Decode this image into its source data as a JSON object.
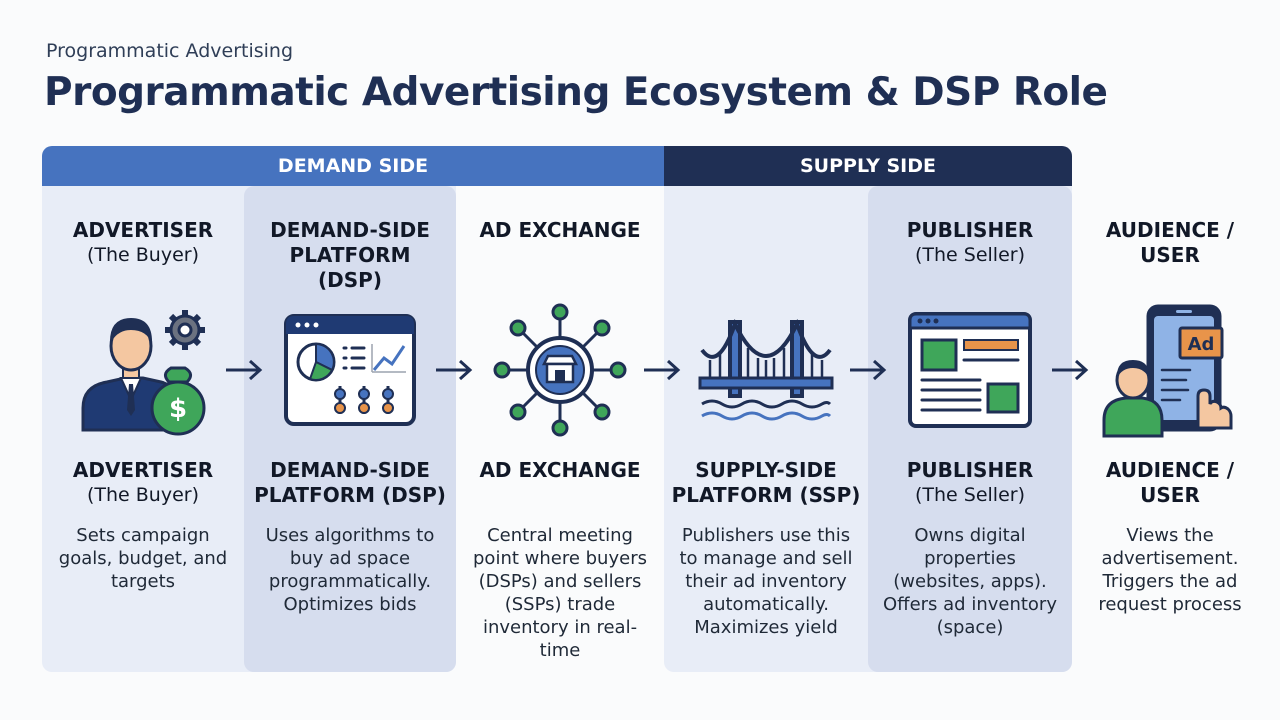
{
  "header": {
    "eyebrow": "Programmatic Advertising",
    "title": "Programmatic Advertising Ecosystem & DSP Role"
  },
  "sides": {
    "demand": "DEMAND SIDE",
    "supply": "SUPPLY SIDE"
  },
  "columns": [
    {
      "top_title": "ADVERTISER",
      "top_sub": "(The Buyer)",
      "icon": "advertiser-icon",
      "bot_title": "ADVERTISER",
      "bot_sub": "(The Buyer)",
      "desc": "Sets campaign goals, budget, and targets"
    },
    {
      "top_title": "DEMAND-SIDE PLATFORM (DSP)",
      "top_sub": "",
      "icon": "dsp-dashboard-icon",
      "bot_title": "DEMAND-SIDE PLATFORM (DSP)",
      "bot_sub": "",
      "desc": "Uses algorithms to buy ad space programmatically. Optimizes bids"
    },
    {
      "top_title": "AD EXCHANGE",
      "top_sub": "",
      "icon": "exchange-hub-icon",
      "bot_title": "AD EXCHANGE",
      "bot_sub": "",
      "desc": "Central meeting point where buyers (DSPs) and sellers (SSPs) trade inventory in real-time"
    },
    {
      "top_title": "",
      "top_sub": "",
      "icon": "bridge-icon",
      "bot_title": "SUPPLY-SIDE PLATFORM (SSP)",
      "bot_sub": "",
      "desc": "Publishers use this to manage and sell their ad inventory automatically. Maximizes yield"
    },
    {
      "top_title": "PUBLISHER",
      "top_sub": "(The Seller)",
      "icon": "webpage-icon",
      "bot_title": "PUBLISHER",
      "bot_sub": "(The Seller)",
      "desc": "Owns digital properties (websites, apps). Offers ad inventory (space)"
    },
    {
      "top_title": "AUDIENCE / USER",
      "top_sub": "",
      "icon": "user-phone-icon",
      "bot_title": "AUDIENCE / USER",
      "bot_sub": "",
      "desc": "Views the advertisement. Triggers the ad request process"
    }
  ],
  "ad_badge": "Ad",
  "colors": {
    "navy": "#1f2f54",
    "blue": "#4673bf",
    "green": "#3fa65a",
    "orange": "#e8944a"
  }
}
